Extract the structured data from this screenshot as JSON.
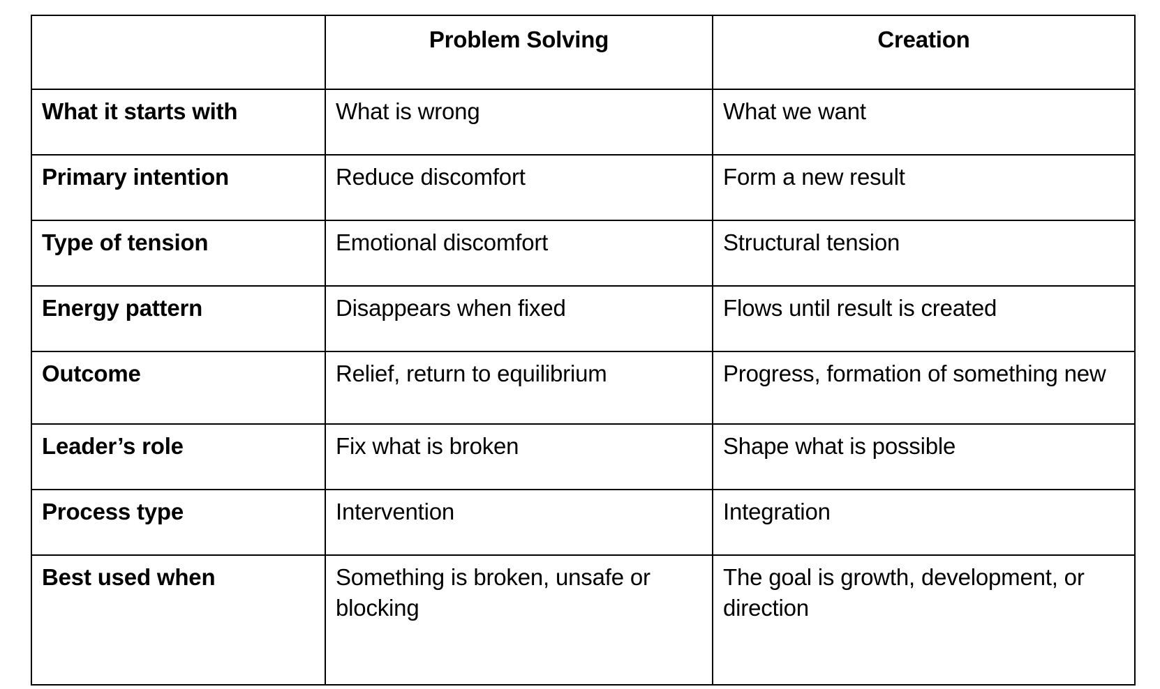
{
  "table": {
    "headers": {
      "corner": "",
      "columns": [
        "Problem Solving",
        "Creation"
      ]
    },
    "rows": [
      {
        "label": "What it starts with",
        "problem_solving": "What is wrong",
        "creation": "What we want"
      },
      {
        "label": "Primary intention",
        "problem_solving": "Reduce discomfort",
        "creation": "Form a new result"
      },
      {
        "label": "Type of tension",
        "problem_solving": "Emotional discomfort",
        "creation": "Structural tension"
      },
      {
        "label": "Energy pattern",
        "problem_solving": "Disappears when fixed",
        "creation": "Flows until result is created"
      },
      {
        "label": "Outcome",
        "problem_solving": "Relief, return to equilibrium",
        "creation": "Progress, formation of something new"
      },
      {
        "label": "Leader’s role",
        "problem_solving": "Fix what is broken",
        "creation": "Shape what is possible"
      },
      {
        "label": "Process type",
        "problem_solving": "Intervention",
        "creation": "Integration"
      },
      {
        "label": "Best used when",
        "problem_solving": "Something is broken, unsafe or blocking",
        "creation": "The goal is growth, development, or direction"
      }
    ]
  },
  "colors": {
    "border": "#000000",
    "text": "#000000",
    "background": "#ffffff"
  }
}
